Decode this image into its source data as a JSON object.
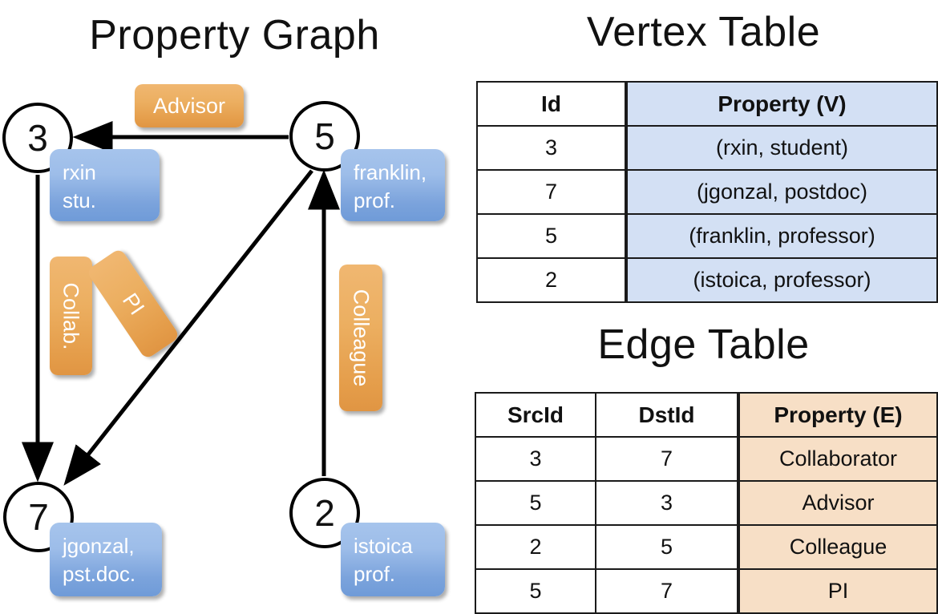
{
  "sections": {
    "property_graph_title": "Property Graph",
    "vertex_table_title": "Vertex Table",
    "edge_table_title": "Edge Table"
  },
  "graph": {
    "nodes": [
      {
        "id": "3",
        "label": "3",
        "property_line1": "rxin",
        "property_line2": "stu."
      },
      {
        "id": "5",
        "label": "5",
        "property_line1": "franklin,",
        "property_line2": "prof."
      },
      {
        "id": "7",
        "label": "7",
        "property_line1": "jgonzal,",
        "property_line2": "pst.doc."
      },
      {
        "id": "2",
        "label": "2",
        "property_line1": "istoica",
        "property_line2": "prof."
      }
    ],
    "edge_labels": [
      {
        "name": "advisor",
        "text": "Advisor"
      },
      {
        "name": "collab",
        "text": "Collab."
      },
      {
        "name": "pi",
        "text": "PI"
      },
      {
        "name": "colleague",
        "text": "Colleague"
      }
    ],
    "edges": [
      {
        "src": "5",
        "dst": "3",
        "label": "Advisor"
      },
      {
        "src": "3",
        "dst": "7",
        "label": "Collab."
      },
      {
        "src": "5",
        "dst": "7",
        "label": "PI"
      },
      {
        "src": "2",
        "dst": "5",
        "label": "Colleague"
      }
    ]
  },
  "vertex_table": {
    "headers": [
      "Id",
      "Property (V)"
    ],
    "rows": [
      {
        "id": "3",
        "property": "(rxin, student)"
      },
      {
        "id": "7",
        "property": "(jgonzal, postdoc)"
      },
      {
        "id": "5",
        "property": "(franklin, professor)"
      },
      {
        "id": "2",
        "property": "(istoica, professor)"
      }
    ]
  },
  "edge_table": {
    "headers": [
      "SrcId",
      "DstId",
      "Property (E)"
    ],
    "rows": [
      {
        "src": "3",
        "dst": "7",
        "property": "Collaborator"
      },
      {
        "src": "5",
        "dst": "3",
        "property": "Advisor"
      },
      {
        "src": "2",
        "dst": "5",
        "property": "Colleague"
      },
      {
        "src": "5",
        "dst": "7",
        "property": "PI"
      }
    ]
  },
  "colors": {
    "vertex_property_fill": "#d3e0f4",
    "edge_property_fill": "#f7dfc6",
    "node_box_blue": "#7ba3dc",
    "edge_label_orange": "#e49c49"
  }
}
